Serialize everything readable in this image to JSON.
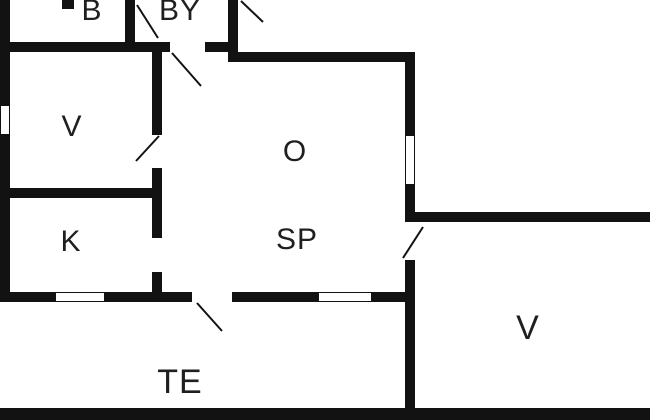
{
  "floorplan": {
    "rooms": [
      {
        "id": "b",
        "label": "B"
      },
      {
        "id": "by",
        "label": "BY"
      },
      {
        "id": "v-left",
        "label": "V"
      },
      {
        "id": "o",
        "label": "O"
      },
      {
        "id": "k",
        "label": "K"
      },
      {
        "id": "sp",
        "label": "SP"
      },
      {
        "id": "te",
        "label": "TE"
      },
      {
        "id": "v-right",
        "label": "V"
      }
    ],
    "colors": {
      "wall": "#121212",
      "background": "#ffffff",
      "label": "#1f1f1f"
    }
  }
}
